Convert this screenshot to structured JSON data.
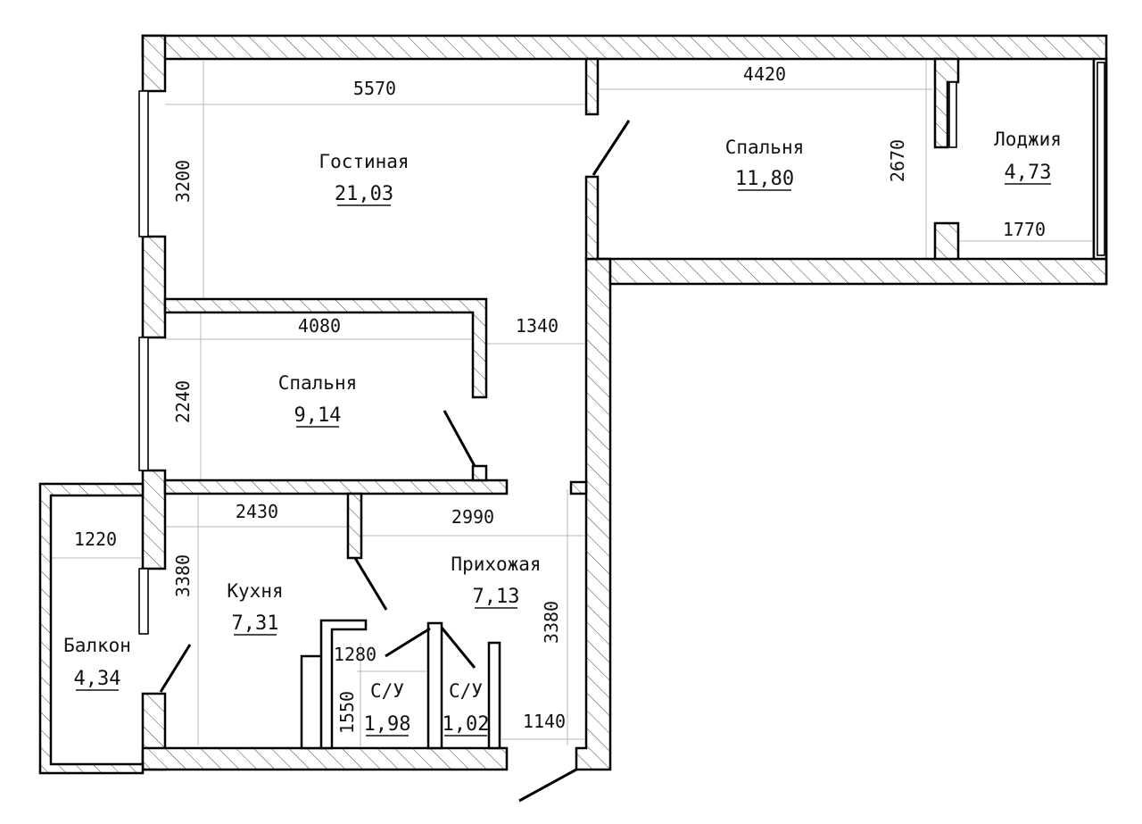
{
  "rooms": [
    {
      "name": "Гостиная",
      "area": "21,03"
    },
    {
      "name": "Спальня",
      "area": "11,80"
    },
    {
      "name": "Лоджия",
      "area": "4,73"
    },
    {
      "name": "Спальня",
      "area": "9,14"
    },
    {
      "name": "Кухня",
      "area": "7,31"
    },
    {
      "name": "Прихожая",
      "area": "7,13"
    },
    {
      "name": "Балкон",
      "area": "4,34"
    },
    {
      "name": "С/У",
      "area": "1,98"
    },
    {
      "name": "С/У",
      "area": "1,02"
    }
  ],
  "dimensions": [
    "5570",
    "4420",
    "3200",
    "2670",
    "1770",
    "4080",
    "1340",
    "2240",
    "2430",
    "2990",
    "1220",
    "3380",
    "3380",
    "1280",
    "1550",
    "1140"
  ],
  "colors": {
    "line": "#000000",
    "dimension_line": "#b8b8b8",
    "background": "#ffffff"
  }
}
